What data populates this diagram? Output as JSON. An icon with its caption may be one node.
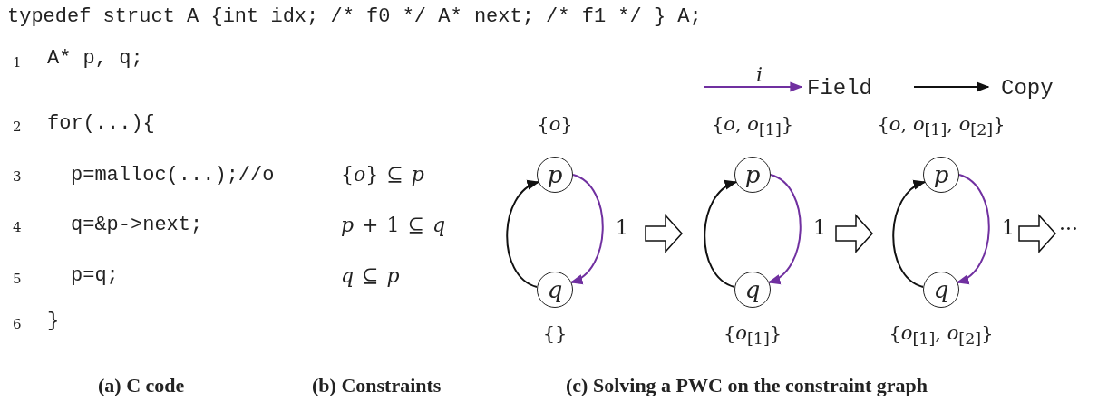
{
  "diagram": {
    "nodes": [
      {
        "text": [
          "p"
        ],
        "beside": [
          "{*o*}"
        ]
      },
      {
        "text": [
          "q"
        ],
        "beside": [
          "{}"
        ]
      },
      {
        "text": [
          "p"
        ],
        "beside": [
          "{*o*, *o*$_{[1]}$}"
        ]
      },
      {
        "text": [
          "q"
        ],
        "beside": [
          "{*o*$_{[1]}$}"
        ]
      },
      {
        "text": [
          "p"
        ],
        "beside": [
          "{*o*, *o*$_{[1]}$, *o*$_{[2]}$}"
        ]
      },
      {
        "text": [
          "q"
        ],
        "beside": [
          "{*o*$_{[1]}$, *o*$_{[2]}$}"
        ]
      }
    ],
    "edges": [
      {
        "from": 0,
        "to": 1,
        "arrow": "to",
        "label": "1",
        "color": "#7030a0"
      },
      {
        "from": 1,
        "to": 0,
        "arrow": "to",
        "color": "#111111"
      },
      {
        "from": 2,
        "to": 3,
        "arrow": "to",
        "label": "1",
        "color": "#7030a0"
      },
      {
        "from": 3,
        "to": 2,
        "arrow": "to",
        "color": "#111111"
      },
      {
        "from": 4,
        "to": 5,
        "arrow": "to",
        "label": "1",
        "color": "#7030a0"
      },
      {
        "from": 5,
        "to": 4,
        "arrow": "to",
        "color": "#111111"
      }
    ],
    "labels": [
      "typedef struct A {int idx; /* f0 */ A* next; /* f1 */ } A;",
      "i",
      "1",
      "A* p, q;",
      "2",
      "for(...){",
      "3",
      "p=malloc(...);//o",
      "{*o*} ⊆ *p*",
      "4",
      "q=&p->next;",
      "*p* + 1 ⊆ *q*",
      "5",
      "p=q;",
      "*q* ⊆ *p*",
      "6",
      "}",
      "···",
      "(a) C code",
      "(b) Constraints",
      "(c) Solving a PWC on the constraint graph"
    ],
    "legend": [
      {
        "text": "Field"
      },
      {
        "text": "Copy"
      }
    ]
  }
}
